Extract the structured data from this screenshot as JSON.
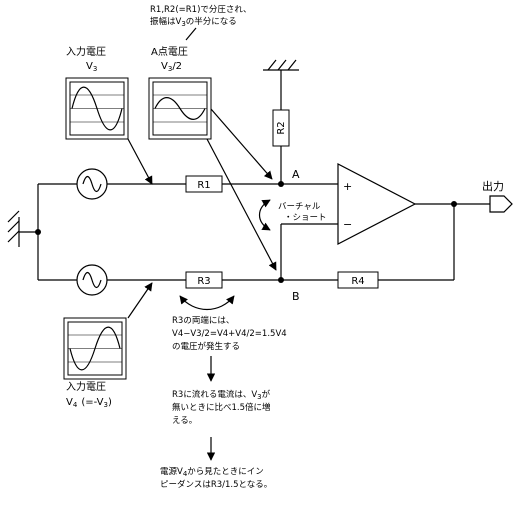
{
  "note_top": {
    "line1": "R1,R2(=R1)で分圧され、",
    "line2_a": "振幅はV",
    "line2_sub": "3",
    "line2_b": "の半分になる"
  },
  "scope_in3": {
    "title": "入力電圧",
    "label": "V",
    "sub": "3"
  },
  "scope_a": {
    "title": "A点電圧",
    "label": "V",
    "sub": "3",
    "suffix": "/2"
  },
  "scope_in4": {
    "title": "入力電圧",
    "label": "V",
    "sub": "4",
    "suffix_a": "(=-V",
    "suffix_sub": "3",
    "suffix_b": ")"
  },
  "resistors": {
    "r1": "R1",
    "r2": "R2",
    "r3": "R3",
    "r4": "R4"
  },
  "nodes": {
    "a": "A",
    "b": "B"
  },
  "opamp": {
    "plus": "+",
    "minus": "−"
  },
  "virtual_short": {
    "line1": "バーチャル",
    "line2": "・ショート"
  },
  "output_label": "出力",
  "note_r3": {
    "line1": "R3の両端には、",
    "line2": "V4−V3/2=V4+V4/2=1.5V4",
    "line3": "の電圧が発生する"
  },
  "note_current": {
    "line1_a": "R3に流れる電流は、V",
    "line1_sub": "3",
    "line1_b": "が",
    "line2": "無いときに比べ1.5倍に増",
    "line3": "える。"
  },
  "note_impedance": {
    "line1_a": "電源V",
    "line1_sub": "4",
    "line1_b": "から見たときにイン",
    "line2": "ピーダンスはR3/1.5となる。"
  }
}
